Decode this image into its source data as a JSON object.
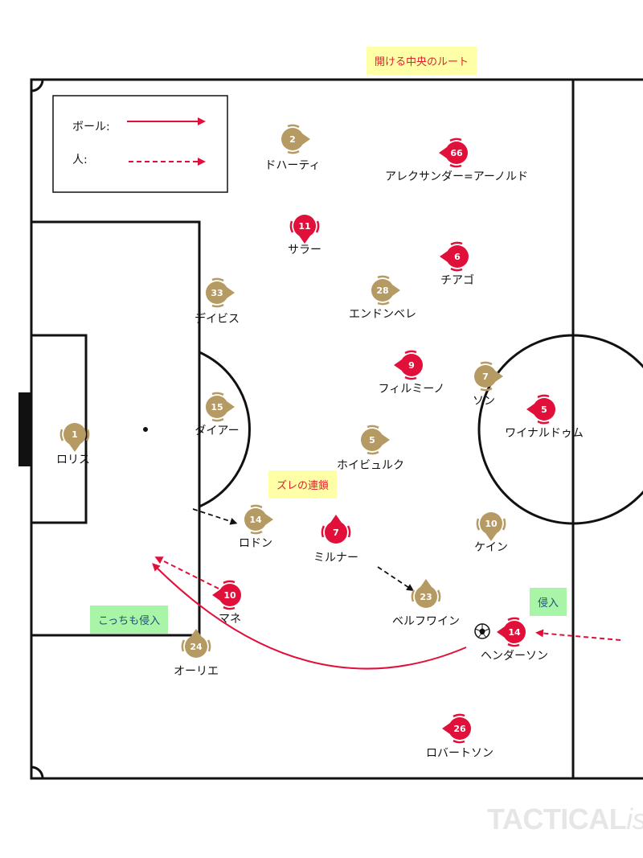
{
  "colors": {
    "red_team": "#e0103a",
    "gold_team": "#b59a63",
    "pass": "#e0103a",
    "move": "#111111"
  },
  "legend": {
    "ball_label": "ボール:",
    "person_label": "人:"
  },
  "annotations": {
    "central_route": "開ける中央のルート",
    "chain_shift": "ズレの連鎖",
    "invade_right": "侵入",
    "invade_left": "こっちも侵入"
  },
  "watermark": {
    "main": "TACTICAL",
    "suffix": "ista"
  },
  "players": [
    {
      "team": "gold",
      "number": "2",
      "name": "ドハーティ",
      "facing": "right"
    },
    {
      "team": "red",
      "number": "66",
      "name": "アレクサンダー=アーノルド",
      "facing": "left"
    },
    {
      "team": "red",
      "number": "11",
      "name": "サラー",
      "facing": "down"
    },
    {
      "team": "red",
      "number": "6",
      "name": "チアゴ",
      "facing": "left"
    },
    {
      "team": "gold",
      "number": "33",
      "name": "デイビス",
      "facing": "right"
    },
    {
      "team": "gold",
      "number": "28",
      "name": "エンドンベレ",
      "facing": "right"
    },
    {
      "team": "red",
      "number": "9",
      "name": "フィルミーノ",
      "facing": "left"
    },
    {
      "team": "gold",
      "number": "7",
      "name": "ソン",
      "facing": "right"
    },
    {
      "team": "red",
      "number": "5",
      "name": "ワイナルドゥム",
      "facing": "left"
    },
    {
      "team": "gold",
      "number": "15",
      "name": "ダイアー",
      "facing": "right"
    },
    {
      "team": "gold",
      "number": "1",
      "name": "ロリス",
      "facing": "down"
    },
    {
      "team": "gold",
      "number": "5",
      "name": "ホイビュルク",
      "facing": "right"
    },
    {
      "team": "gold",
      "number": "14",
      "name": "ロドン",
      "facing": "right"
    },
    {
      "team": "red",
      "number": "7",
      "name": "ミルナー",
      "facing": "up"
    },
    {
      "team": "gold",
      "number": "10",
      "name": "ケイン",
      "facing": "down"
    },
    {
      "team": "red",
      "number": "10",
      "name": "マネ",
      "facing": "left"
    },
    {
      "team": "gold",
      "number": "23",
      "name": "ベルフワイン",
      "facing": "up"
    },
    {
      "team": "red",
      "number": "14",
      "name": "ヘンダーソン",
      "facing": "left"
    },
    {
      "team": "gold",
      "number": "24",
      "name": "オーリエ",
      "facing": "up"
    },
    {
      "team": "red",
      "number": "26",
      "name": "ロバートソン",
      "facing": "left"
    }
  ]
}
